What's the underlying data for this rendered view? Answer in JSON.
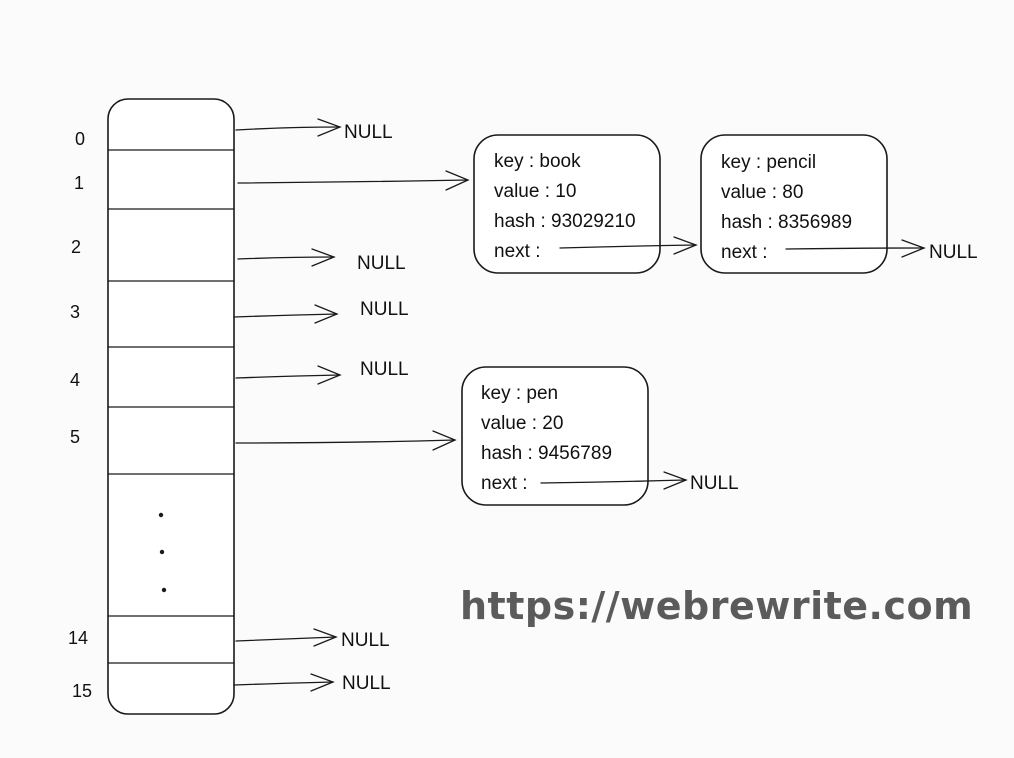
{
  "table": {
    "indices": [
      "0",
      "1",
      "2",
      "3",
      "4",
      "5",
      "14",
      "15"
    ],
    "null_label": "NULL"
  },
  "nodes": [
    {
      "key": "key : book",
      "value": "value : 10",
      "hash": "hash : 93029210",
      "next": "next :"
    },
    {
      "key": "key : pencil",
      "value": "value : 80",
      "hash": "hash : 8356989",
      "next": "next :"
    },
    {
      "key": "key : pen",
      "value": "value : 20",
      "hash": "hash : 9456789",
      "next": "next :"
    }
  ],
  "watermark": "https://webrewrite.com"
}
